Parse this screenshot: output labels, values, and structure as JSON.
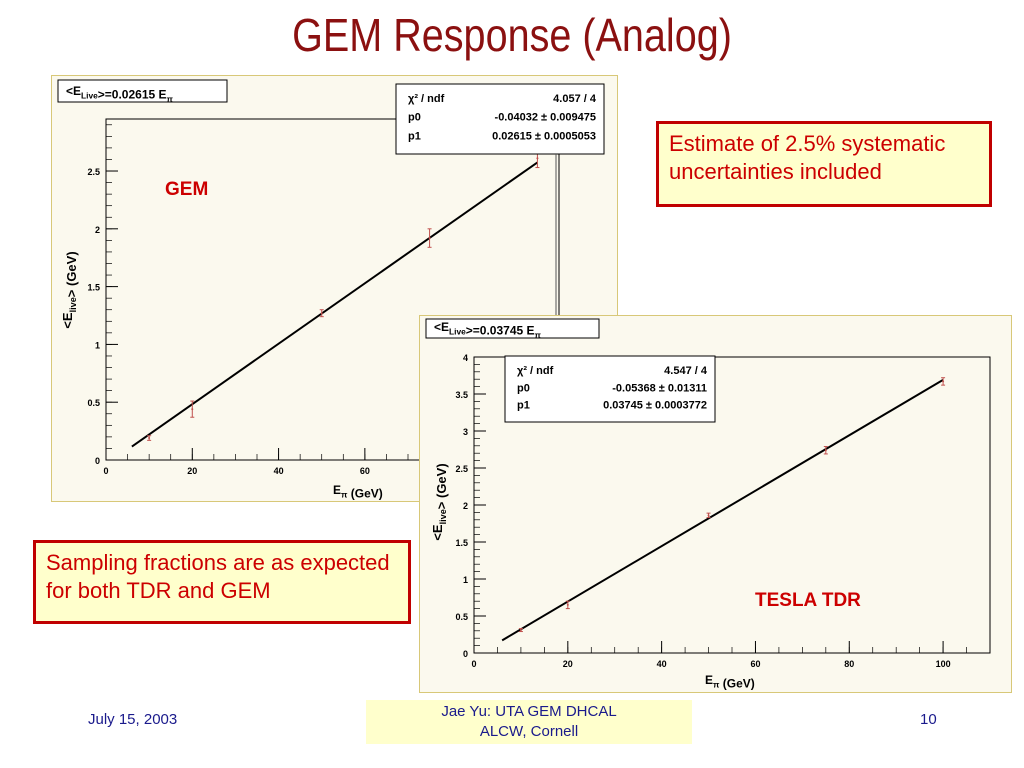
{
  "slide": {
    "title": "GEM Response (Analog)",
    "systematic_note": "Estimate of 2.5% systematic uncertainties included",
    "sampling_note": "Sampling fractions are as expected for both TDR and GEM",
    "footer_date": "July 15, 2003",
    "footer_author_line1": "Jae Yu: UTA GEM DHCAL",
    "footer_author_line2": "ALCW, Cornell",
    "page_number": "10"
  },
  "colors": {
    "title": "#8b1010",
    "note_border": "#c00000",
    "note_text": "#cc0000",
    "footer": "#1a1a8c"
  },
  "chart_data": [
    {
      "type": "scatter",
      "name": "GEM",
      "fit_title": "<E_Live>=0.02615 E_π",
      "in_plot_label": "GEM",
      "xlabel": "E_π (GeV)",
      "ylabel": "<E_live> (GeV)",
      "xlim": [
        0,
        105
      ],
      "ylim": [
        0,
        2.95
      ],
      "xticks": [
        0,
        20,
        40,
        60
      ],
      "yticks": [
        0,
        0.5,
        1,
        1.5,
        2,
        2.5
      ],
      "x": [
        10,
        20,
        50,
        75,
        100
      ],
      "y": [
        0.19,
        0.44,
        1.27,
        1.92,
        2.61
      ],
      "yerr": [
        0.02,
        0.07,
        0.03,
        0.08,
        0.08
      ],
      "fit": {
        "p0": -0.04032,
        "p1": 0.02615,
        "x_range": [
          6,
          100
        ]
      },
      "stats": [
        {
          "label": "χ² / ndf",
          "value": "4.057 / 4"
        },
        {
          "label": "p0",
          "value": "-0.04032 ± 0.009475"
        },
        {
          "label": "p1",
          "value": "0.02615 ± 0.0005053"
        }
      ]
    },
    {
      "type": "scatter",
      "name": "TESLA TDR",
      "fit_title": "<E_Live>=0.03745 E_π",
      "in_plot_label": "TESLA TDR",
      "xlabel": "E_π (GeV)",
      "ylabel": "<E_live> (GeV)",
      "xlim": [
        0,
        110
      ],
      "ylim": [
        0,
        4
      ],
      "xticks": [
        0,
        20,
        40,
        60,
        80,
        100
      ],
      "yticks": [
        0,
        0.5,
        1,
        1.5,
        2,
        2.5,
        3,
        3.5,
        4
      ],
      "x": [
        10,
        20,
        50,
        75,
        100
      ],
      "y": [
        0.31,
        0.65,
        1.86,
        2.74,
        3.67
      ],
      "yerr": [
        0.02,
        0.05,
        0.03,
        0.05,
        0.05
      ],
      "fit": {
        "p0": -0.05368,
        "p1": 0.03745,
        "x_range": [
          6,
          100
        ]
      },
      "stats": [
        {
          "label": "χ² / ndf",
          "value": "4.547 / 4"
        },
        {
          "label": "p0",
          "value": "-0.05368 ± 0.01311"
        },
        {
          "label": "p1",
          "value": "0.03745 ± 0.0003772"
        }
      ]
    }
  ]
}
